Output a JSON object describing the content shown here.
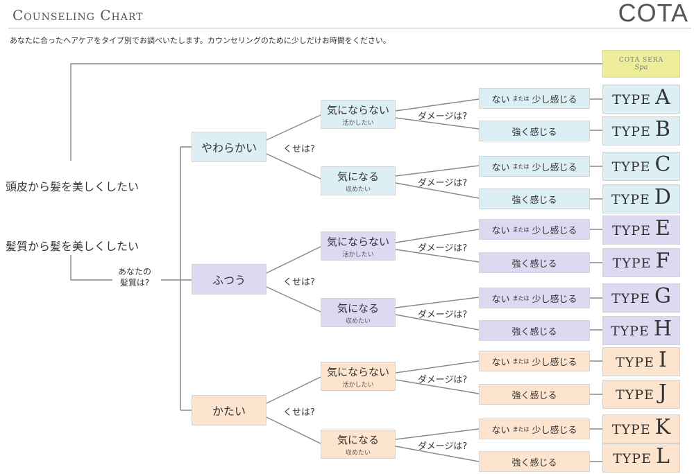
{
  "header": {
    "title": "Counseling Chart",
    "logo": "COTA",
    "intro": "あなたに合ったヘアケアをタイプ別でお調べいたします。カウンセリングのために少しだけお時間をください。"
  },
  "spa": {
    "line1": "COTA SERA",
    "line2": "Spa"
  },
  "roots": {
    "scalp": "頭皮から髪を美しくしたい",
    "hair": "髪質から髪を美しくしたい"
  },
  "question_quality": [
    "あなたの",
    "髪質は?"
  ],
  "question_curl": "くせは?",
  "question_damage": "ダメージは?",
  "qualities": {
    "soft": "やわらかい",
    "normal": "ふつう",
    "hard": "かたい"
  },
  "curl": {
    "no_main": "気にならない",
    "no_sub": "活かしたい",
    "yes_main": "気になる",
    "yes_sub": "収めたい"
  },
  "damage": {
    "none_a": "ない",
    "none_or": "または",
    "none_b": "少し感じる",
    "strong": "強く感じる"
  },
  "type_word": "TYPE",
  "types": [
    "A",
    "B",
    "C",
    "D",
    "E",
    "F",
    "G",
    "H",
    "I",
    "J",
    "K",
    "L"
  ]
}
